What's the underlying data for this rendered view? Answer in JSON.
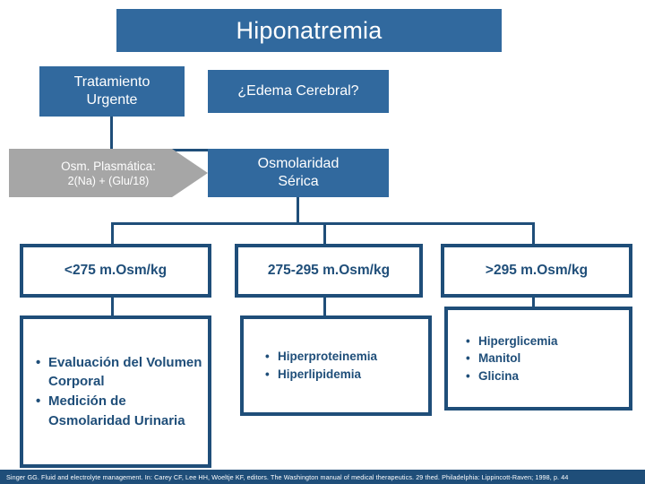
{
  "title": "Hiponatremia",
  "nodes": {
    "tratamiento_urgente": {
      "line1": "Tratamiento",
      "line2": "Urgente"
    },
    "edema_cerebral": "¿Edema Cerebral?",
    "osm_plasmatica": {
      "line1": "Osm. Plasmática:",
      "line2": "2(Na) + (Glu/18)"
    },
    "osmolaridad_serica": {
      "line1": "Osmolaridad",
      "line2": "Sérica"
    },
    "branch_low": "<275 m.Osm/kg",
    "branch_mid": "275-295 m.Osm/kg",
    "branch_high": ">295 m.Osm/kg"
  },
  "lists": {
    "low": [
      "Evaluación del Volumen Corporal",
      "Medición de Osmolaridad Urinaria"
    ],
    "mid": [
      "Hiperproteinemia",
      "Hiperlipidemia"
    ],
    "high": [
      "Hiperglicemia",
      "Manitol",
      "Glicina"
    ]
  },
  "footer": {
    "reference": "Singer GG. Fluid and electrolyte management. In: Carey CF, Lee HH, Woeltje KF, editors. The Washington manual of medical therapeutics. 29 thed. Philadelphia: Lippincott-Raven; 1998, p. 44"
  },
  "colors": {
    "fill_blue": "#31699e",
    "outline_blue": "#1f4e79",
    "gray": "#a6a6a6",
    "white": "#ffffff"
  }
}
